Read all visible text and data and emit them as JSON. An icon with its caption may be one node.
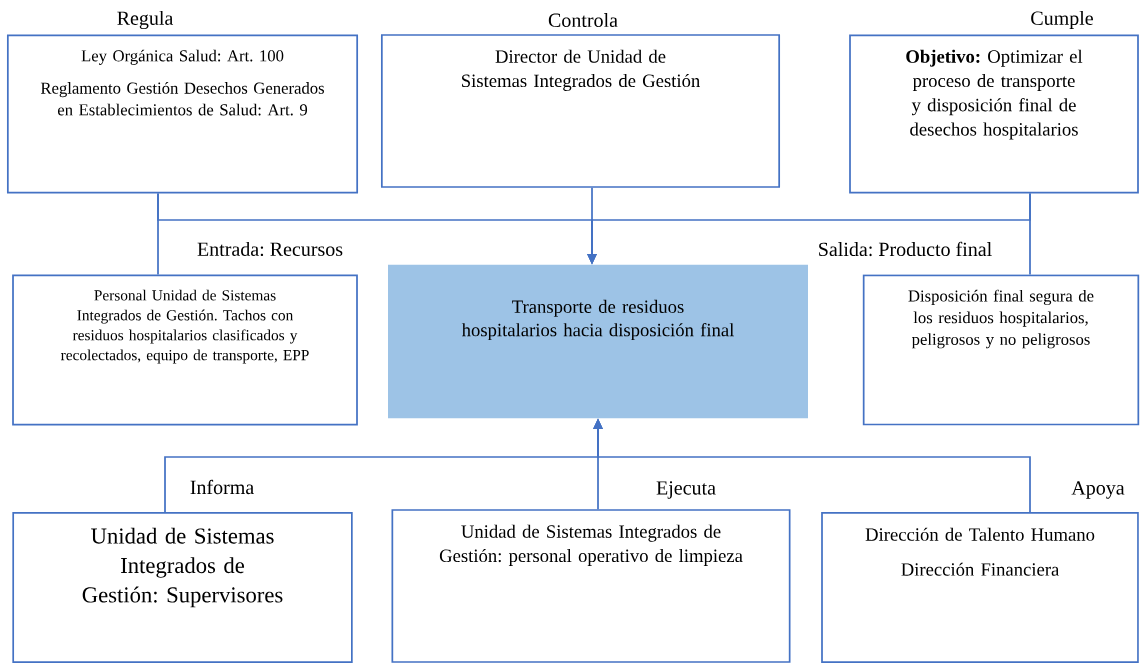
{
  "diagram": {
    "nodes": [
      {
        "text": [
          "Regula",
          "Ley Orgánica Salud: Art. 100",
          "Reglamento Gestión Desechos Generados en Establecimientos de Salud: Art. 9"
        ]
      },
      {
        "text": [
          "Controla",
          "Director de Unidad de Sistemas Integrados de Gestión"
        ]
      },
      {
        "text": [
          "Cumple",
          "**Objetivo:** Optimizar el proceso de transporte y disposición final de desechos hospitalarios"
        ]
      },
      {
        "text": [
          "Personal Unidad de Sistemas Integrados de Gestión. Tachos con residuos hospitalarios clasificados y recolectados, equipo de transporte, EPP"
        ]
      },
      {
        "text": [
          "Transporte de residuos hospitalarios hacia disposición final"
        ]
      },
      {
        "text": [
          "Disposición final segura de los residuos hospitalarios, peligrosos y no peligrosos"
        ]
      },
      {
        "text": [
          "Informa",
          "Unidad de Sistemas Integrados de Gestión: Supervisores"
        ]
      },
      {
        "text": [
          "Ejecuta",
          "Unidad de Sistemas Integrados de Gestión: personal operativo de limpieza"
        ]
      },
      {
        "text": [
          "Apoya",
          "Dirección de Talento Humano",
          "Dirección Financiera"
        ]
      }
    ],
    "edges": [
      {
        "from": 0,
        "to": 4,
        "arrow": "to"
      },
      {
        "from": 1,
        "to": 4,
        "arrow": "to"
      },
      {
        "from": 2,
        "to": 4,
        "arrow": "to"
      },
      {
        "from": 0,
        "to": 3,
        "arrow": "none"
      },
      {
        "from": 2,
        "to": 5,
        "arrow": "none"
      },
      {
        "from": 6,
        "to": 4,
        "arrow": "to"
      },
      {
        "from": 7,
        "to": 4,
        "arrow": "to"
      },
      {
        "from": 8,
        "to": 4,
        "arrow": "to"
      }
    ],
    "labels": [
      "Entrada: Recursos",
      "Salida: Producto final"
    ]
  }
}
